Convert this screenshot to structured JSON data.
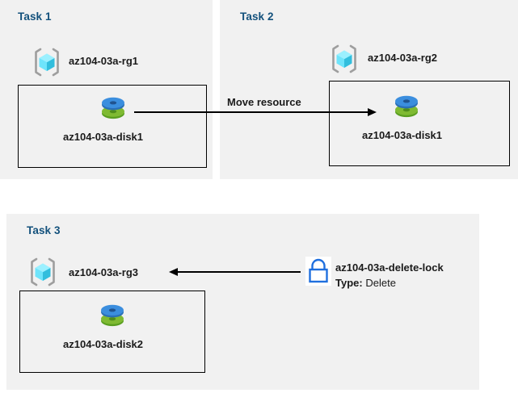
{
  "diagram": {
    "background_color": "#ffffff",
    "panel_color": "#f1f1f1",
    "title_color": "#13517c",
    "disk_top_color": "#3b8ede",
    "disk_bottom_color": "#7fba32",
    "rg_cube_color": "#50e6ff",
    "rg_bracket_color": "#9e9e9e",
    "lock_color": "#1f6fde"
  },
  "tasks": [
    {
      "title": "Task 1",
      "resource_group": "az104-03a-rg1",
      "resource_group_icon": "azure-resource-group-icon",
      "resource": "az104-03a-disk1",
      "resource_icon": "azure-managed-disk-icon"
    },
    {
      "title": "Task 2",
      "resource_group": "az104-03a-rg2",
      "resource_group_icon": "azure-resource-group-icon",
      "resource": "az104-03a-disk1",
      "resource_icon": "azure-managed-disk-icon"
    },
    {
      "title": "Task 3",
      "resource_group": "az104-03a-rg3",
      "resource_group_icon": "azure-resource-group-icon",
      "resource": "az104-03a-disk2",
      "resource_icon": "azure-managed-disk-icon"
    }
  ],
  "connectors": {
    "move_resource": {
      "caption": "Move resource",
      "direction": "right"
    },
    "lock_applies_to": {
      "direction": "left"
    }
  },
  "lock": {
    "icon": "lock-icon",
    "name": "az104-03a-delete-lock",
    "type_label": "Type:",
    "type_value": "Delete"
  }
}
